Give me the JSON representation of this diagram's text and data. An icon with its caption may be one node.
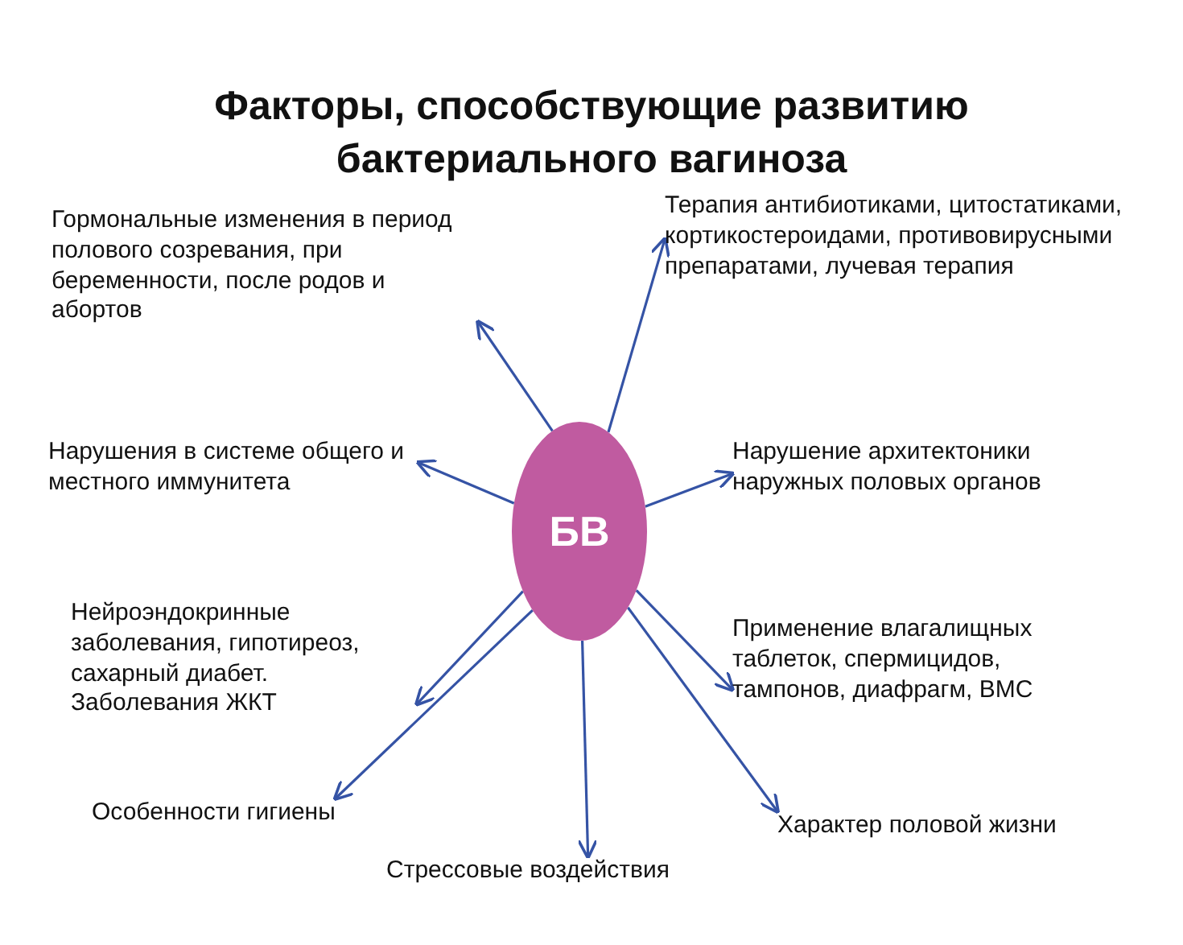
{
  "diagram": {
    "title": "Факторы, способствующие развитию бактериального вагиноза",
    "nodes": [
      {
        "text": [
          "БВ"
        ]
      },
      {
        "text": [
          "Гормональные изменения в период полового созревания, при беременности, после родов и абортов"
        ]
      },
      {
        "text": [
          "Терапия антибиотиками, цитостатиками, кортикостероидами, противовирусными препаратами, лучевая терапия"
        ]
      },
      {
        "text": [
          "Нарушения в системе общего и местного иммунитета"
        ]
      },
      {
        "text": [
          "Нарушение архитектоники наружных половых органов"
        ]
      },
      {
        "text": [
          "Нейроэндокринные заболевания, гипотиреоз, сахарный диабет. Заболевания ЖКТ"
        ]
      },
      {
        "text": [
          "Применение влагалищных таблеток, спермицидов, тампонов, диафрагм, ВМС"
        ]
      },
      {
        "text": [
          "Особенности гигиены"
        ]
      },
      {
        "text": [
          "Стрессовые воздействия"
        ]
      },
      {
        "text": [
          "Характер половой жизни"
        ]
      }
    ],
    "edges": [
      {
        "from": 0,
        "to": 1,
        "arrow": "to"
      },
      {
        "from": 0,
        "to": 2,
        "arrow": "to"
      },
      {
        "from": 0,
        "to": 3,
        "arrow": "to"
      },
      {
        "from": 0,
        "to": 4,
        "arrow": "to"
      },
      {
        "from": 0,
        "to": 5,
        "arrow": "to"
      },
      {
        "from": 0,
        "to": 6,
        "arrow": "to"
      },
      {
        "from": 0,
        "to": 7,
        "arrow": "to"
      },
      {
        "from": 0,
        "to": 8,
        "arrow": "to"
      },
      {
        "from": 0,
        "to": 9,
        "arrow": "to"
      }
    ]
  }
}
